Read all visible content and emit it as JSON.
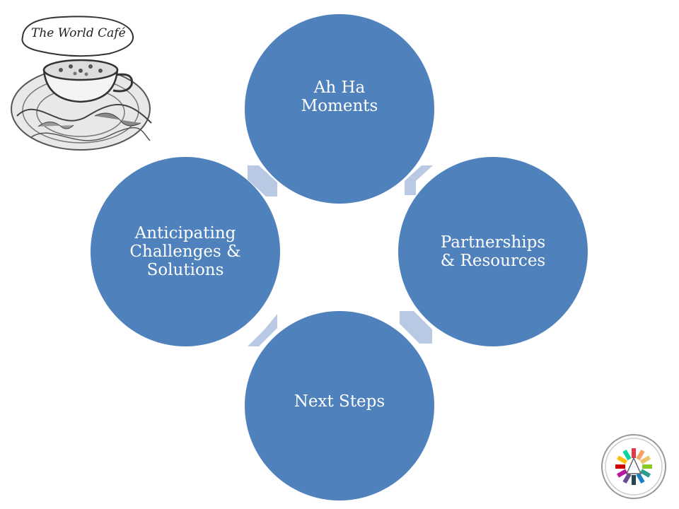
{
  "diagram": {
    "nodes": [
      {
        "id": "ah-ha-moments",
        "label": "Ah Ha\nMoments"
      },
      {
        "id": "partnerships-resources",
        "label": "Partnerships\n& Resources"
      },
      {
        "id": "next-steps",
        "label": "Next Steps"
      },
      {
        "id": "anticipating-challenges",
        "label": "Anticipating\nChallenges &\nSolutions"
      }
    ],
    "colors": {
      "node_fill": "#4f81bd",
      "node_text": "#ffffff",
      "connector_fill": "#b9c9e3"
    }
  },
  "logo": {
    "text": "The World Café",
    "icon": "world-cafe-teacup-logo"
  },
  "badge": {
    "icon": "color-wheel-badge-icon"
  }
}
